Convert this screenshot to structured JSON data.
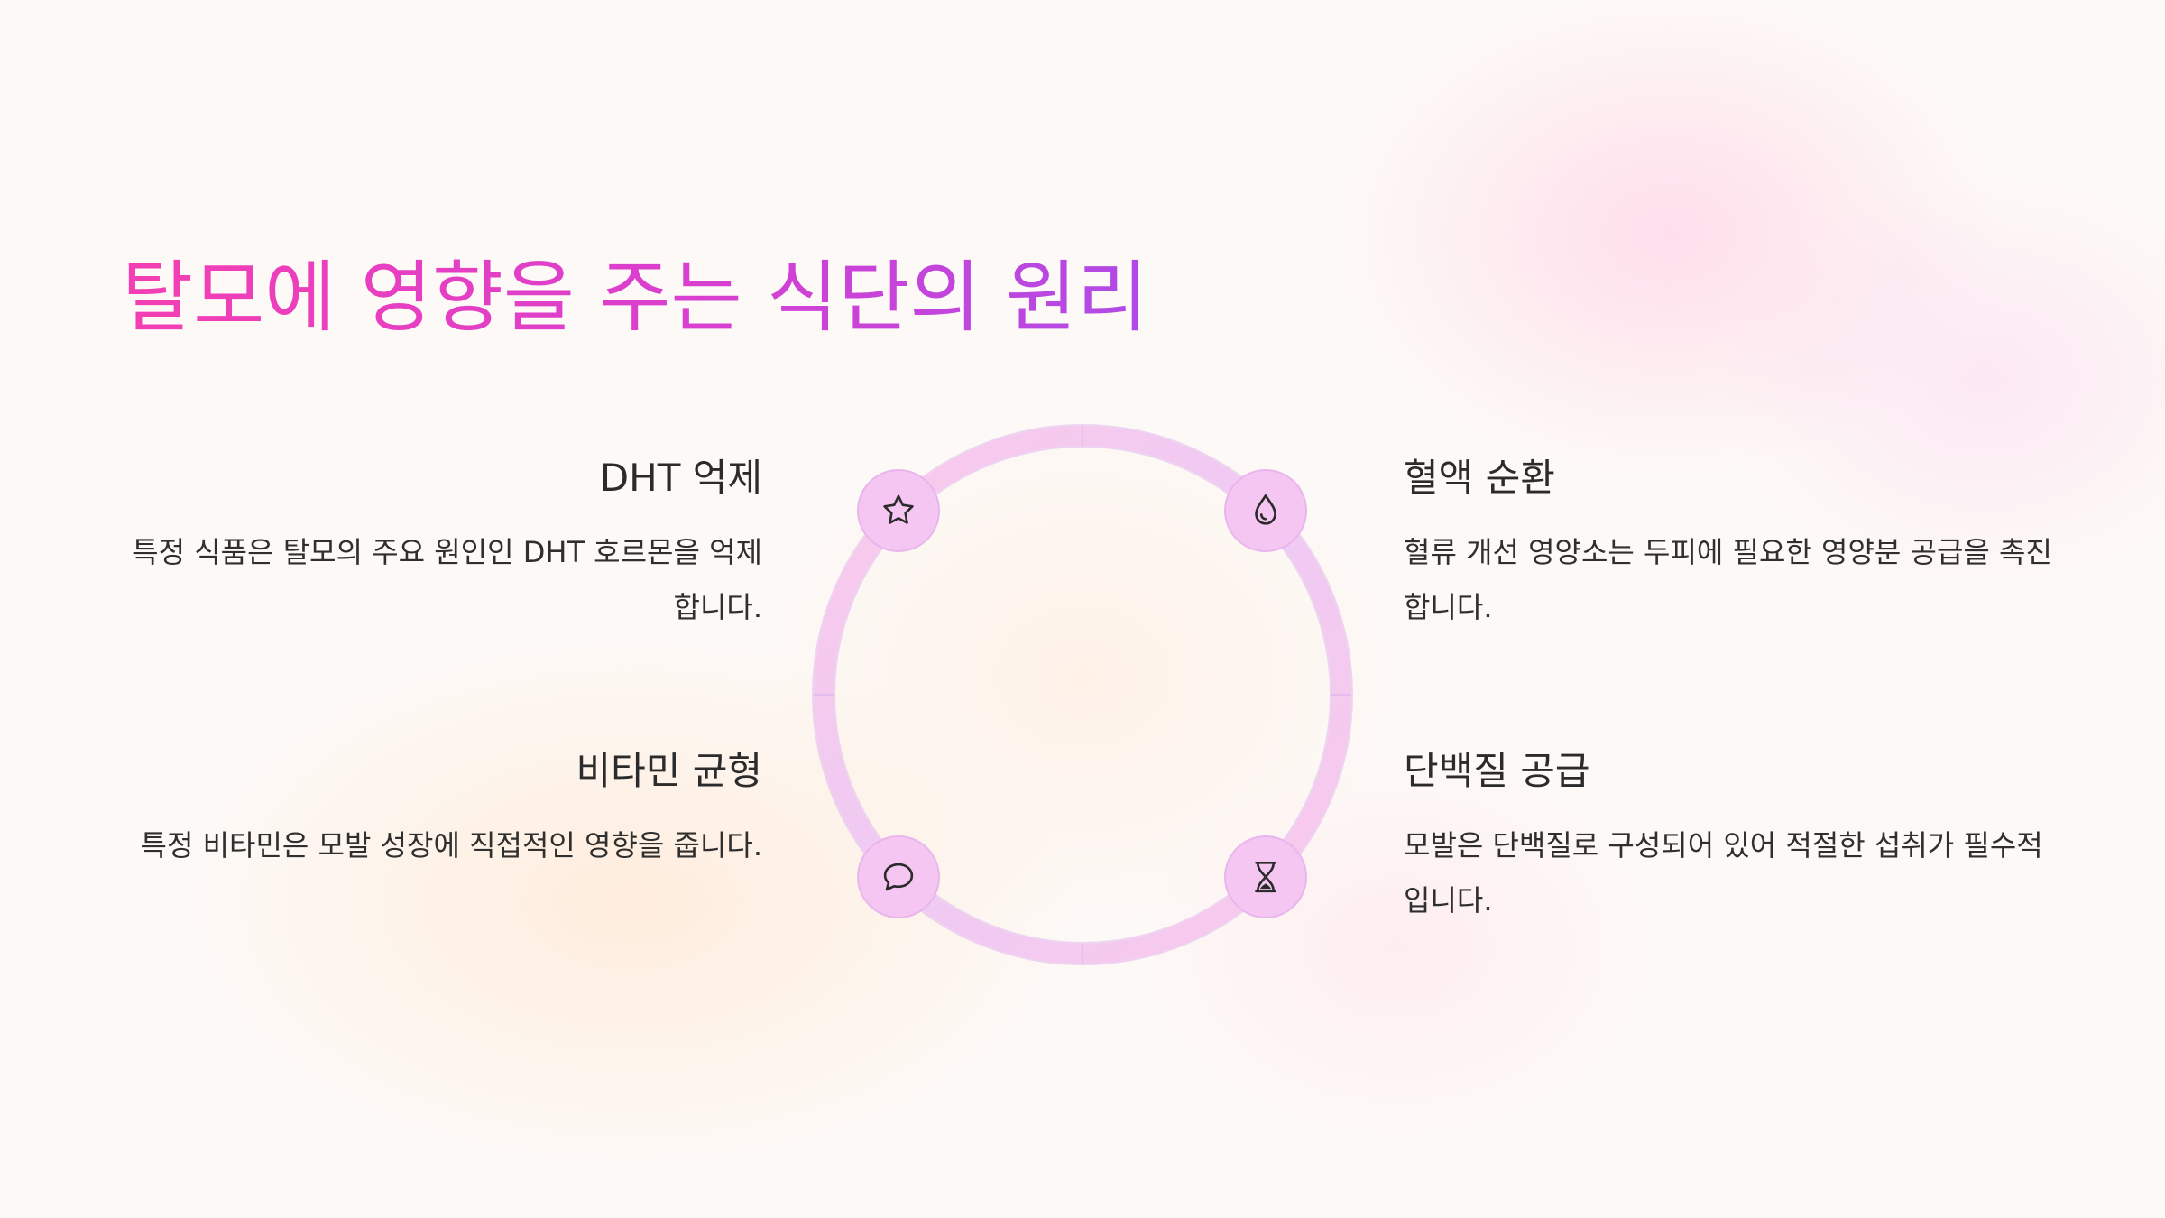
{
  "title": "탈모에 영향을 주는 식단의 원리",
  "items": [
    {
      "heading": "DHT 억제",
      "body": "특정 식품은 탈모의 주요 원인인 DHT 호르몬을 억제합니다.",
      "icon": "star-icon"
    },
    {
      "heading": "혈액 순환",
      "body": "혈류 개선 영양소는 두피에 필요한 영양분 공급을 촉진합니다.",
      "icon": "droplet-icon"
    },
    {
      "heading": "비타민 균형",
      "body": "특정 비타민은 모발 성장에 직접적인 영향을 줍니다.",
      "icon": "chat-bubble-icon"
    },
    {
      "heading": "단백질 공급",
      "body": "모발은 단백질로 구성되어 있어 적절한 섭취가 필수적입니다.",
      "icon": "hourglass-icon"
    }
  ],
  "colors": {
    "title_gradient_start": "#f43fb3",
    "title_gradient_end": "#b04ae6",
    "ring": "#f1c8f3",
    "node_fill": "#f4c6f1",
    "text": "#2b2b2b"
  }
}
